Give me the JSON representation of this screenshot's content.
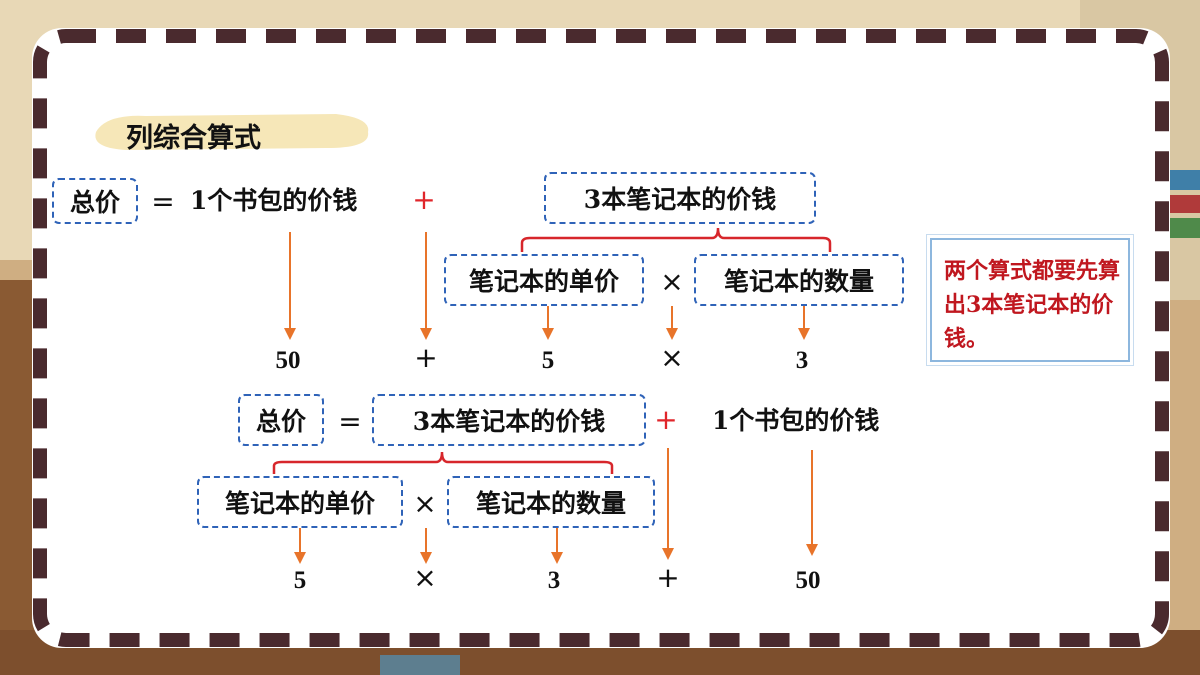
{
  "title": "列综合算式",
  "eq1": {
    "total": "总价",
    "equals": "=",
    "bag_price": "1个书包的价钱",
    "plus": "+",
    "group": "3本笔记本的价钱",
    "unit_price": "笔记本的单价",
    "times": "×",
    "quantity": "笔记本的数量",
    "values": {
      "bag": "50",
      "plus": "+",
      "unit": "5",
      "times": "×",
      "qty": "3"
    }
  },
  "eq2": {
    "total": "总价",
    "equals": "=",
    "group": "3本笔记本的价钱",
    "plus": "+",
    "bag_price": "1个书包的价钱",
    "unit_price": "笔记本的单价",
    "times": "×",
    "quantity": "笔记本的数量",
    "values": {
      "unit": "5",
      "times": "×",
      "qty": "3",
      "plus": "+",
      "bag": "50"
    }
  },
  "note": "两个算式都要先算出3本笔记本的价钱。",
  "colors": {
    "arrow": "#e8742a",
    "brace": "#d7262b",
    "dash_box": "#2f63b8",
    "note_text": "#c0171f",
    "frame": "#4a2a2e"
  }
}
